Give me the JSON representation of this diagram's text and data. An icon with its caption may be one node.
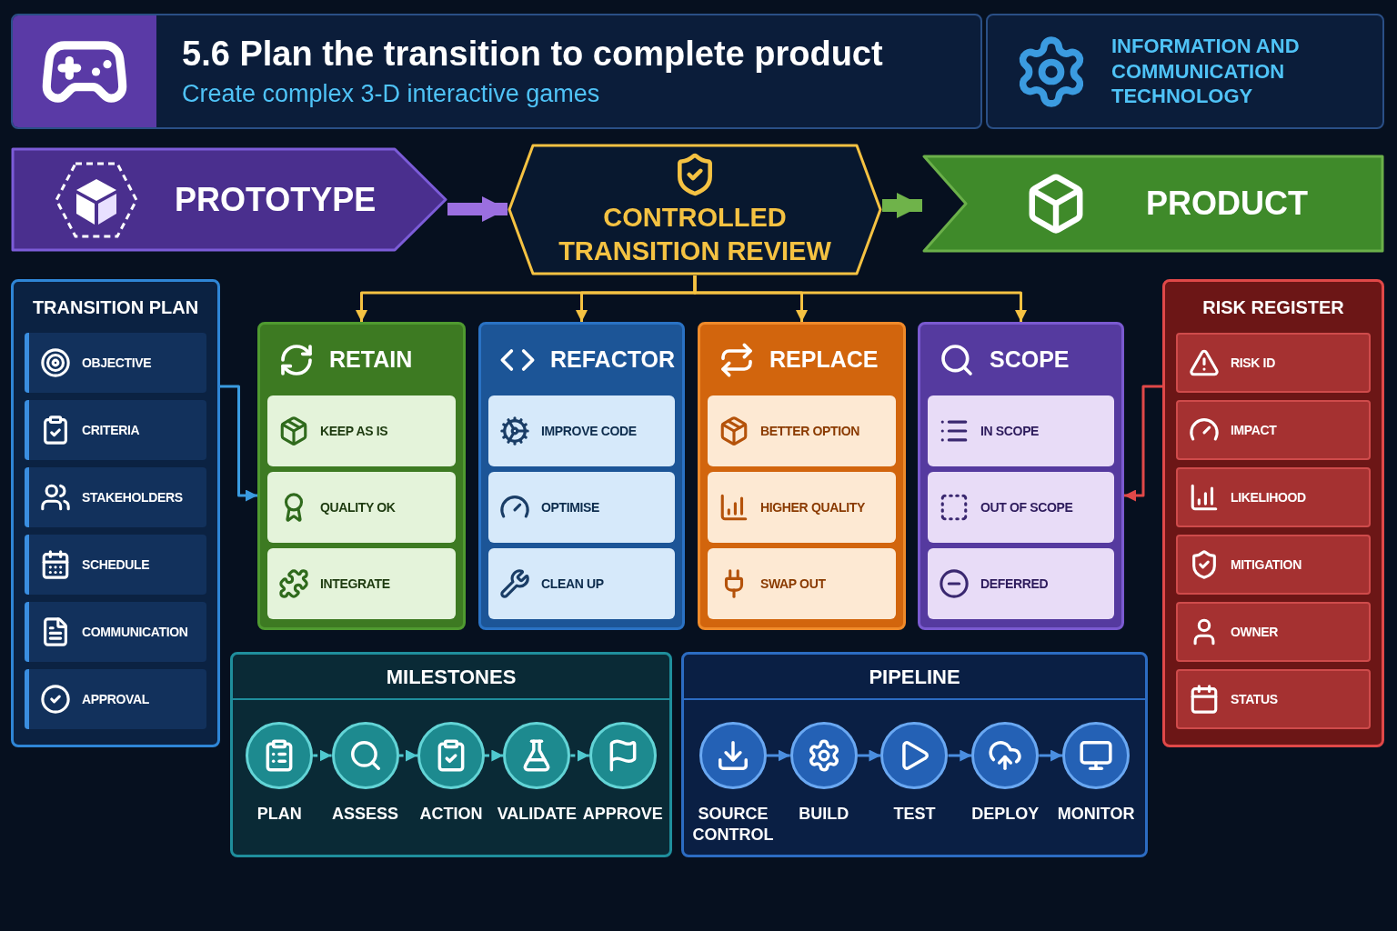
{
  "diagram": {
    "nodes": [
      {
        "text": [
          "5.6 Plan the transition to complete product",
          "Create complex 3-D interactive games"
        ]
      },
      {
        "text": [
          "INFORMATION AND COMMUNICATION TECHNOLOGY"
        ]
      },
      {
        "text": [
          "PROTOTYPE"
        ]
      },
      {
        "text": [
          "CONTROLLED TRANSITION REVIEW"
        ]
      },
      {
        "text": [
          "PRODUCT"
        ]
      },
      {
        "text": [
          "TRANSITION PLAN"
        ]
      },
      {
        "text": [
          "OBJECTIVE"
        ],
        "in": 5
      },
      {
        "text": [
          "CRITERIA"
        ],
        "in": 5
      },
      {
        "text": [
          "STAKEHOLDERS"
        ],
        "in": 5
      },
      {
        "text": [
          "SCHEDULE"
        ],
        "in": 5
      },
      {
        "text": [
          "COMMUNICATION"
        ],
        "in": 5
      },
      {
        "text": [
          "APPROVAL"
        ],
        "in": 5
      },
      {
        "text": [
          "RETAIN"
        ]
      },
      {
        "text": [
          "KEEP AS IS"
        ],
        "in": 12
      },
      {
        "text": [
          "QUALITY OK"
        ],
        "in": 12
      },
      {
        "text": [
          "INTEGRATE"
        ],
        "in": 12
      },
      {
        "text": [
          "REFACTOR"
        ]
      },
      {
        "text": [
          "IMPROVE CODE"
        ],
        "in": 16
      },
      {
        "text": [
          "OPTIMISE"
        ],
        "in": 16
      },
      {
        "text": [
          "CLEAN UP"
        ],
        "in": 16
      },
      {
        "text": [
          "REPLACE"
        ]
      },
      {
        "text": [
          "BETTER OPTION"
        ],
        "in": 20
      },
      {
        "text": [
          "HIGHER QUALITY"
        ],
        "in": 20
      },
      {
        "text": [
          "SWAP OUT"
        ],
        "in": 20
      },
      {
        "text": [
          "SCOPE"
        ]
      },
      {
        "text": [
          "IN SCOPE"
        ],
        "in": 24
      },
      {
        "text": [
          "OUT OF SCOPE"
        ],
        "in": 24
      },
      {
        "text": [
          "DEFERRED"
        ],
        "in": 24
      },
      {
        "text": [
          "RISK REGISTER"
        ]
      },
      {
        "text": [
          "RISK ID"
        ],
        "in": 28
      },
      {
        "text": [
          "IMPACT"
        ],
        "in": 28
      },
      {
        "text": [
          "LIKELIHOOD"
        ],
        "in": 28
      },
      {
        "text": [
          "MITIGATION"
        ],
        "in": 28
      },
      {
        "text": [
          "OWNER"
        ],
        "in": 28
      },
      {
        "text": [
          "STATUS"
        ],
        "in": 28
      },
      {
        "text": [
          "MILESTONES"
        ]
      },
      {
        "text": [],
        "shape": "circle",
        "beside": [
          "PLAN"
        ],
        "in": 35
      },
      {
        "text": [],
        "shape": "circle",
        "beside": [
          "ASSESS"
        ],
        "in": 35
      },
      {
        "text": [],
        "shape": "circle",
        "beside": [
          "ACTION"
        ],
        "in": 35
      },
      {
        "text": [],
        "shape": "circle",
        "beside": [
          "VALIDATE"
        ],
        "in": 35
      },
      {
        "text": [],
        "shape": "circle",
        "beside": [
          "APPROVE"
        ],
        "in": 35
      },
      {
        "text": [
          "PIPELINE"
        ]
      },
      {
        "text": [],
        "shape": "circle",
        "beside": [
          "SOURCE CONTROL"
        ],
        "in": 41
      },
      {
        "text": [],
        "shape": "circle",
        "beside": [
          "BUILD"
        ],
        "in": 41
      },
      {
        "text": [],
        "shape": "circle",
        "beside": [
          "TEST"
        ],
        "in": 41
      },
      {
        "text": [],
        "shape": "circle",
        "beside": [
          "DEPLOY"
        ],
        "in": 41
      },
      {
        "text": [],
        "shape": "circle",
        "beside": [
          "MONITOR"
        ],
        "in": 41
      }
    ],
    "edges": [
      {
        "from": 2,
        "to": 3,
        "arrow": "to",
        "style": "thick",
        "color": "#9b6fe0"
      },
      {
        "from": 3,
        "to": 4,
        "arrow": "to",
        "style": "thick",
        "color": "#6fb34a"
      },
      {
        "from": 3,
        "to": 12,
        "arrow": "to",
        "color": "#f5c242"
      },
      {
        "from": 3,
        "to": 16,
        "arrow": "to",
        "color": "#f5c242"
      },
      {
        "from": 3,
        "to": 20,
        "arrow": "to",
        "color": "#f5c242"
      },
      {
        "from": 3,
        "to": 24,
        "arrow": "to",
        "color": "#f5c242"
      },
      {
        "from": 5,
        "to": 12,
        "arrow": "to",
        "color": "#3a9be0"
      },
      {
        "from": 28,
        "to": 24,
        "arrow": "to",
        "color": "#e04848"
      },
      {
        "from": 36,
        "to": 37,
        "arrow": "to",
        "style": "dashed",
        "color": "#4fc8cf"
      },
      {
        "from": 37,
        "to": 38,
        "arrow": "to",
        "style": "dashed",
        "color": "#4fc8cf"
      },
      {
        "from": 38,
        "to": 39,
        "arrow": "to",
        "style": "dashed",
        "color": "#4fc8cf"
      },
      {
        "from": 39,
        "to": 40,
        "arrow": "to",
        "style": "dashed",
        "color": "#4fc8cf"
      },
      {
        "from": 42,
        "to": 43,
        "arrow": "to",
        "color": "#4a8ee0"
      },
      {
        "from": 43,
        "to": 44,
        "arrow": "to",
        "color": "#4a8ee0"
      },
      {
        "from": 44,
        "to": 45,
        "arrow": "to",
        "color": "#4a8ee0"
      },
      {
        "from": 45,
        "to": 46,
        "arrow": "to",
        "color": "#4a8ee0"
      }
    ]
  }
}
